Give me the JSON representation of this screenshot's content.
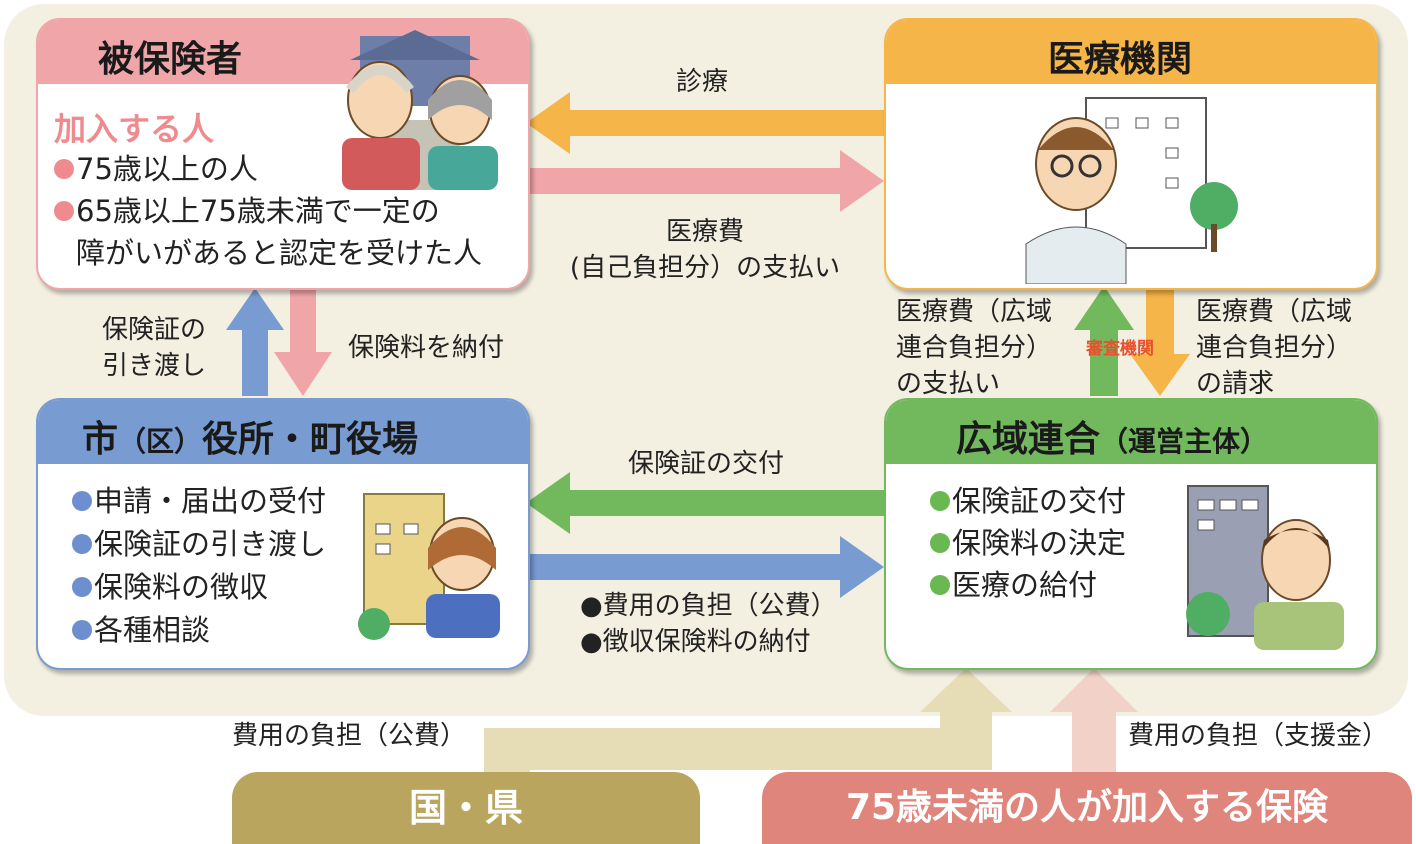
{
  "insured": {
    "title": "被保険者",
    "subtitle": "加入する人",
    "items": [
      "75歳以上の人",
      "65歳以上75歳未満で一定の"
    ],
    "item2_cont": "障がいがあると認定を受けた人"
  },
  "medical": {
    "title": "医療機関"
  },
  "city": {
    "title_a": "市",
    "title_b": "（区）",
    "title_c": "役所・町役場",
    "items": [
      "申請・届出の受付",
      "保険証の引き渡し",
      "保険料の徴収",
      "各種相談"
    ]
  },
  "union": {
    "title": "広域連合",
    "sub": "（運営主体）",
    "items": [
      "保険証の交付",
      "保険料の決定",
      "医療の給付"
    ]
  },
  "labels": {
    "shinryo": "診療",
    "medfee_1": "医療費",
    "medfee_2": "(自己負担分）の支払い",
    "hokensho_1": "保険証の",
    "hokensho_2": "引き渡し",
    "premium_pay": "保険料を納付",
    "pay_left_1": "医療費（広域",
    "pay_left_2": "連合負担分）",
    "pay_left_3": "の支払い",
    "pay_right_1": "医療費（広域",
    "pay_right_2": "連合負担分）",
    "pay_right_3": "の請求",
    "review": "審査機関",
    "card_issue": "保険証の交付",
    "cost_1": "●費用の負担（公費）",
    "cost_2": "●徴収保険料の納付",
    "public_cost": "費用の負担（公費）",
    "support_cost": "費用の負担（支援金）"
  },
  "bottom": {
    "country": "国・県",
    "under75": "75歳未満の人が加入する保険"
  },
  "colors": {
    "pink": "#f0a6a8",
    "orange": "#f6b548",
    "blue": "#789bd2",
    "green": "#72b95e",
    "khaki": "#b9a55e",
    "salmon": "#e0857c",
    "background": "#f3f0e2"
  }
}
